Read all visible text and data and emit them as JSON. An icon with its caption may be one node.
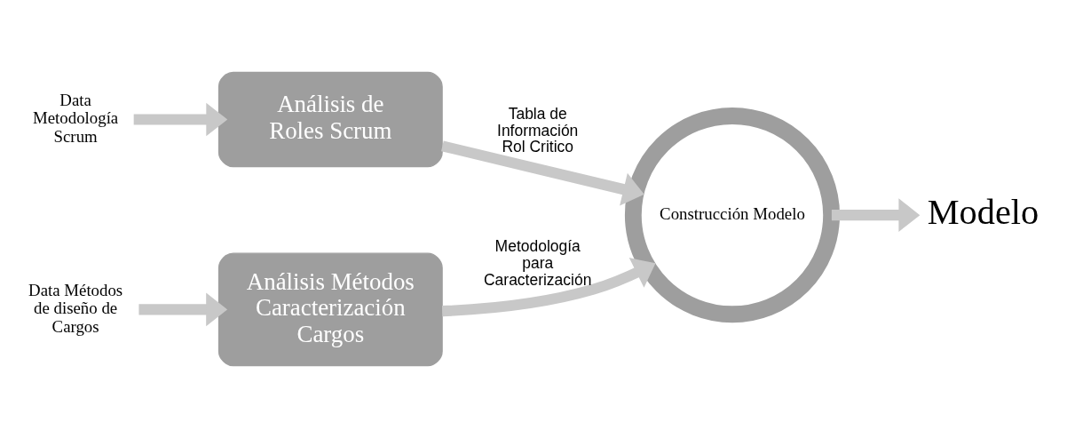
{
  "diagram": {
    "nodes": [
      {
        "text": [
          "Data Metodología Scrum"
        ]
      },
      {
        "text": [
          "Análisis de Roles Scrum"
        ]
      },
      {
        "text": [
          "Data Métodos de diseño de Cargos"
        ]
      },
      {
        "text": [
          "Análisis Métodos Caracterización Cargos"
        ]
      },
      {
        "text": [
          "Construcción Modelo"
        ]
      },
      {
        "text": [
          "Modelo"
        ]
      }
    ],
    "edges": [
      {
        "from": 0,
        "to": 1,
        "arrow": "to"
      },
      {
        "from": 2,
        "to": 3,
        "arrow": "to"
      },
      {
        "from": 1,
        "to": 4,
        "arrow": "to",
        "label": "Tabla de Información Rol Critico"
      },
      {
        "from": 3,
        "to": 4,
        "arrow": "to",
        "label": "Metodología para Caracterización"
      },
      {
        "from": 4,
        "to": 5,
        "arrow": "to"
      }
    ]
  }
}
